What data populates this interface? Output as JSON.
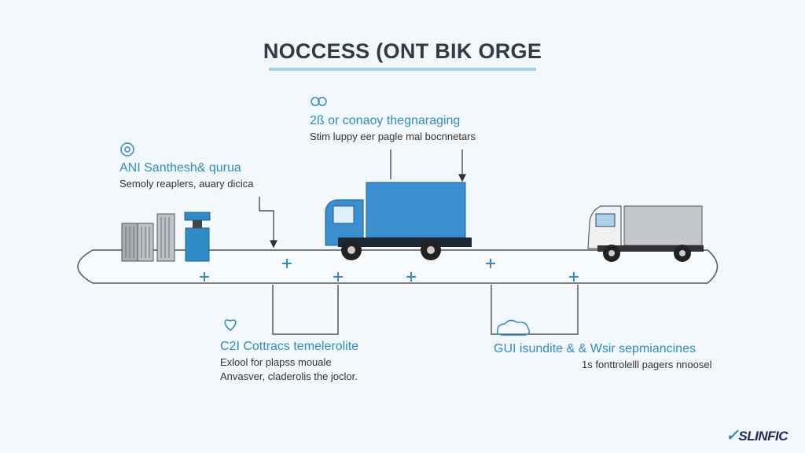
{
  "title": "NOCCESS (ONT BIK ORGE",
  "steps": [
    {
      "heading": "ANI Santhesh& qurua",
      "lines": [
        "Semoly reaplers, auary dicica"
      ],
      "icon": "sensor-icon"
    },
    {
      "heading": "2ß or conaoy thegnaraging",
      "lines": [
        "Stim luppy eer pagle mal bocnnetars"
      ],
      "icon": "chain-icon"
    },
    {
      "heading": "C2I Cottracs temelerolite",
      "lines": [
        "Exlool for plapss mouale",
        "Anvasver, claderolis the joclor."
      ],
      "icon": "heart-icon"
    },
    {
      "heading": "GUI isundite & & Wsir sepmiancines",
      "lines": [
        "1s fonttrolelll pagers nnoosel"
      ],
      "icon": "cloud-icon"
    }
  ],
  "watermark": "SLINFIC",
  "colors": {
    "accent": "#2f8cc6",
    "truck_blue": "#3a8fd0",
    "truck_gray": "#c4c8cc"
  }
}
